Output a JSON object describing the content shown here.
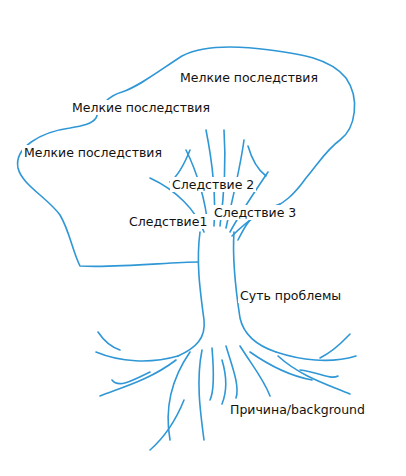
{
  "diagram": {
    "labels": [
      "Мелкие последствия",
      "Мелкие последствия",
      "Мелкие последствия",
      "Следствие 2",
      "Следствие1",
      "Следствие 3",
      "Суть проблемы",
      "Причина/background"
    ]
  }
}
